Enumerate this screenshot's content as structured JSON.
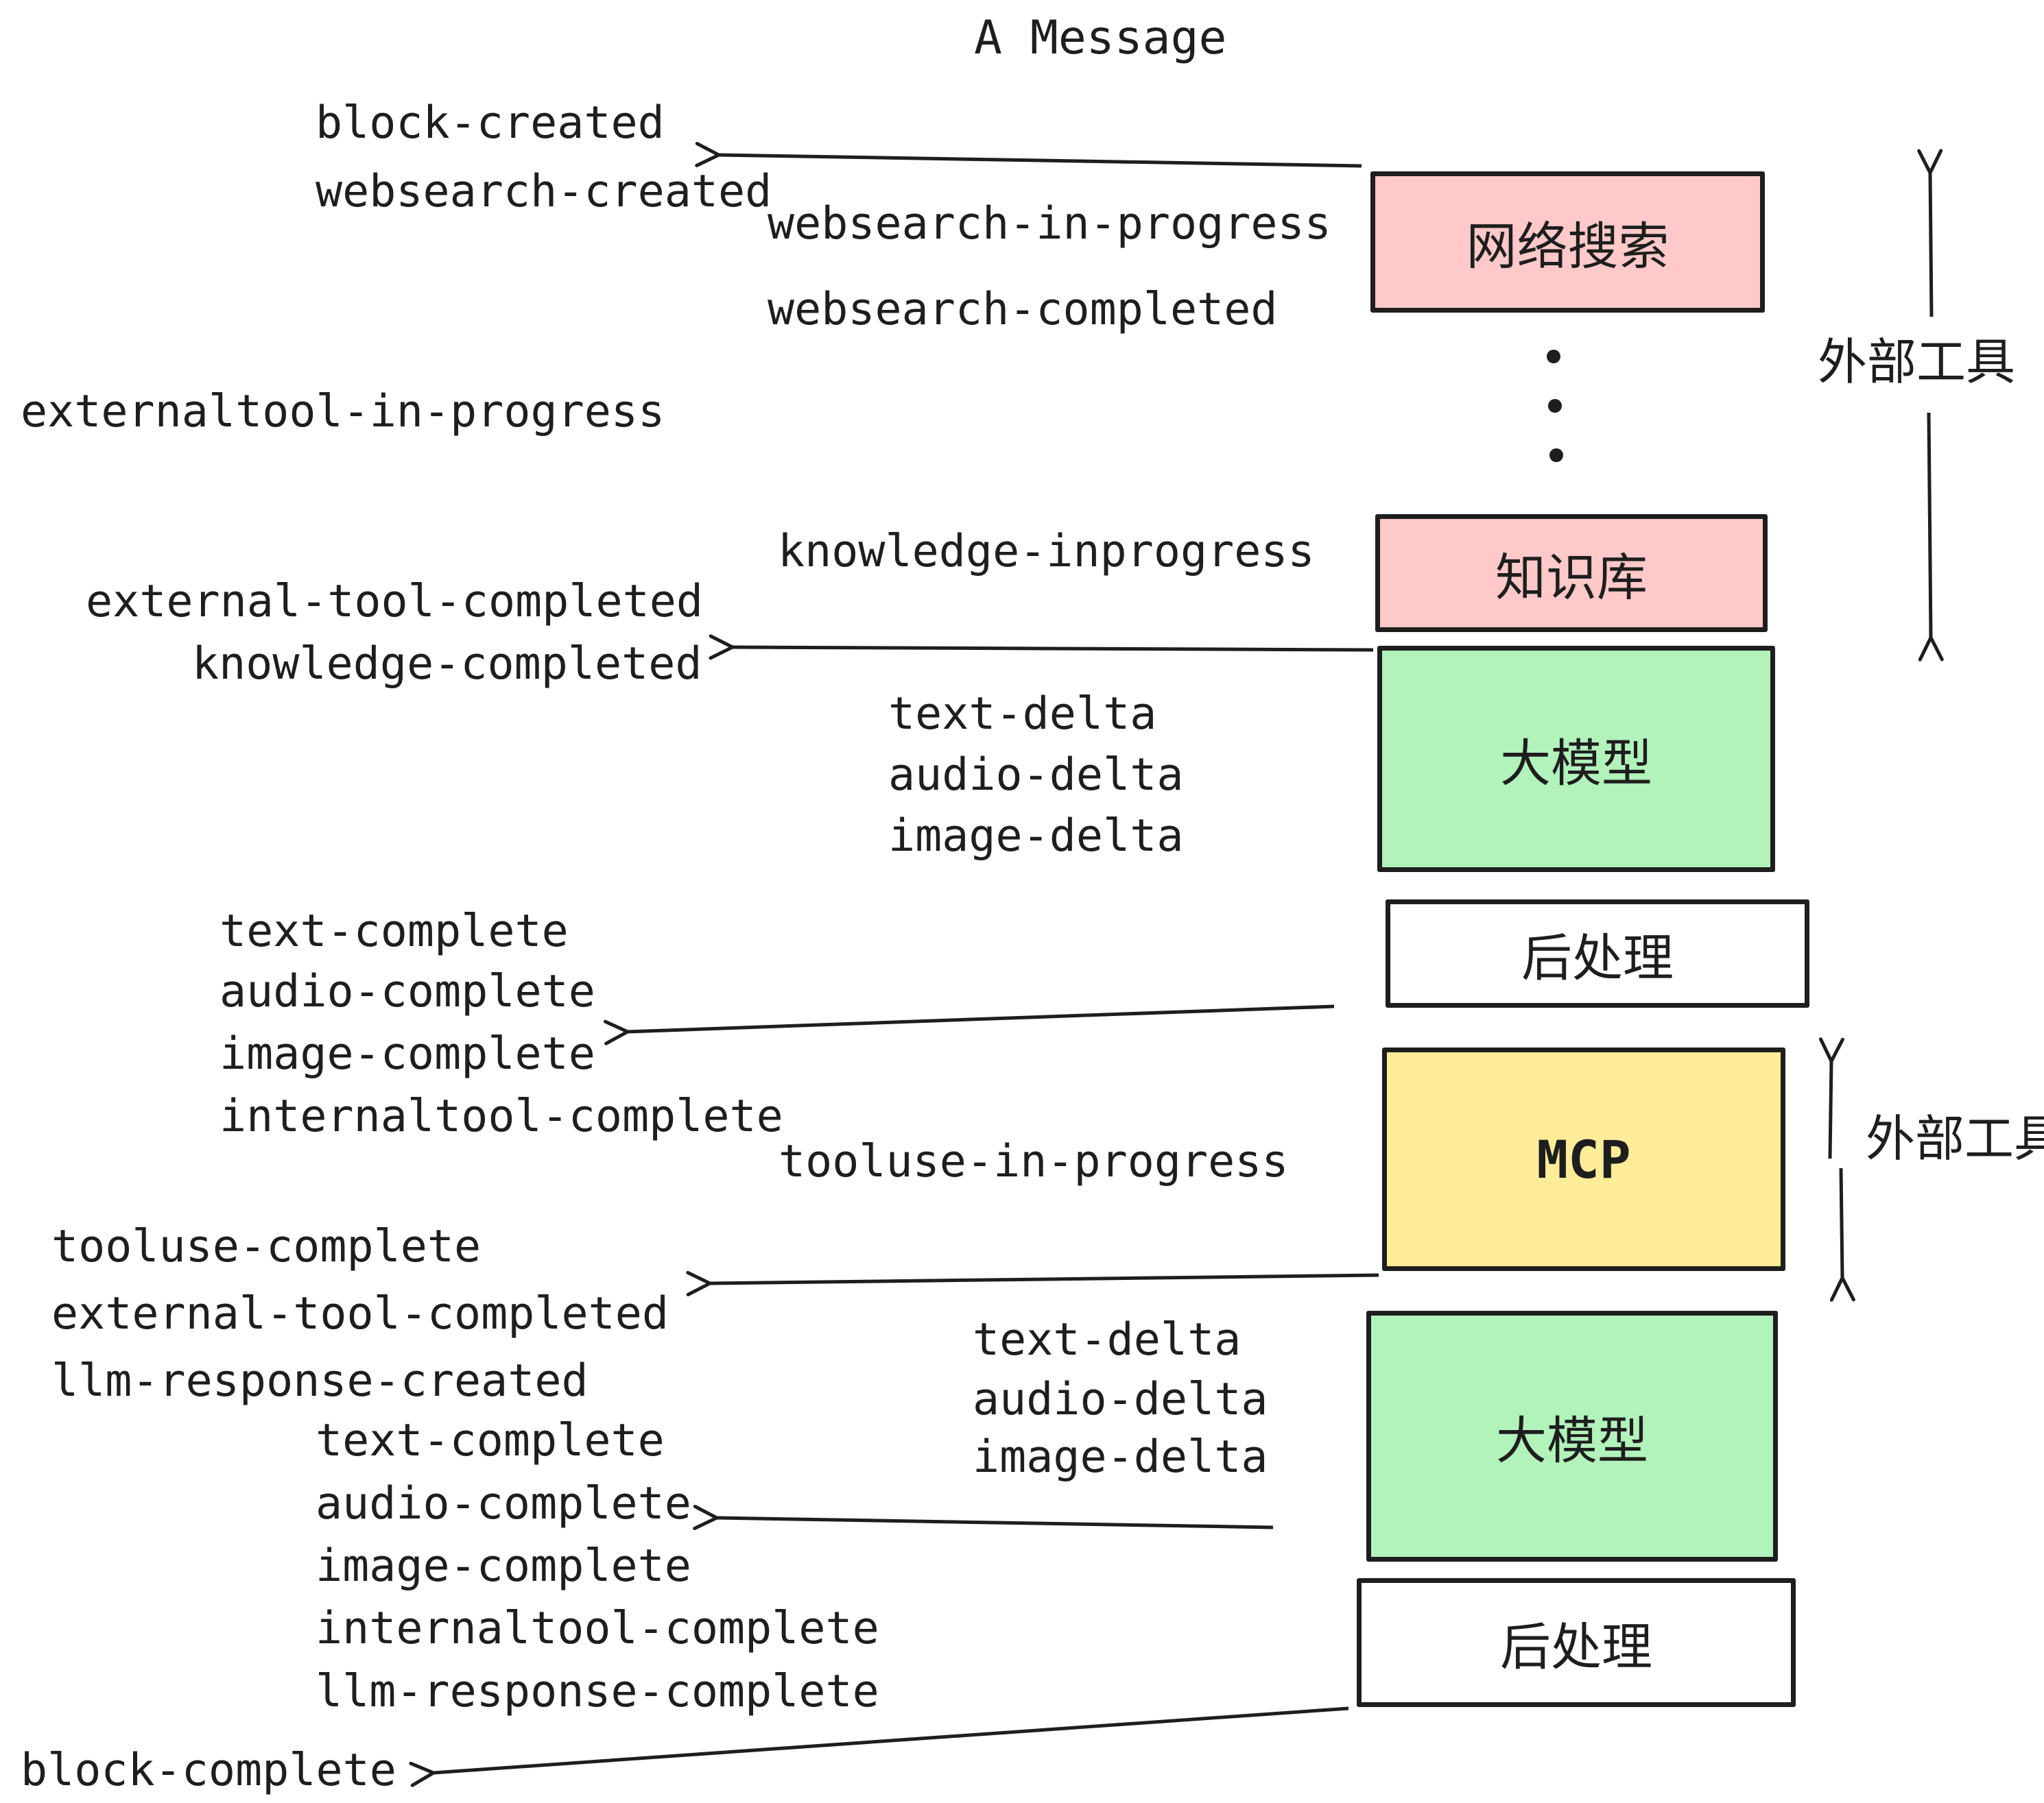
{
  "title": "A Message",
  "colors": {
    "ink": "#1e1e1e",
    "pink": "#FFC9C9",
    "green": "#B2F2BB",
    "yellow": "#FFEC99",
    "white": "#FFFFFF"
  },
  "boxes": [
    {
      "label": "网络搜索",
      "color": "#FFC9C9"
    },
    {
      "label": "知识库",
      "color": "#FFC9C9"
    },
    {
      "label": "大模型",
      "color": "#B2F2BB"
    },
    {
      "label": "后处理",
      "color": "#FFFFFF"
    },
    {
      "label": "MCP",
      "color": "#FFEC99"
    },
    {
      "label": "大模型",
      "color": "#B2F2BB"
    },
    {
      "label": "后处理",
      "color": "#FFFFFF"
    }
  ],
  "annotations": {
    "external_tools_top": "外部工具",
    "external_tools_mcp": "外部工具"
  },
  "events": {
    "block_created": "block-created",
    "websearch_created": "websearch-created",
    "websearch_in_progress": "websearch-in-progress",
    "websearch_completed": "websearch-completed",
    "externaltool_in_progress": "externaltool-in-progress",
    "knowledge_inprogress": "knowledge-inprogress",
    "external_tool_completed": "external-tool-completed",
    "knowledge_completed": "knowledge-completed",
    "deltas1": [
      "text-delta",
      "audio-delta",
      "image-delta"
    ],
    "completes1": [
      "text-complete",
      "audio-complete",
      "image-complete",
      "internaltool-complete"
    ],
    "tooluse_in_progress": "tooluse-in-progress",
    "tooluse_complete": "tooluse-complete",
    "external_tool_completed_2": "external-tool-completed",
    "llm_response_created": "llm-response-created",
    "completes2": [
      "text-complete",
      "audio-complete",
      "image-complete",
      "internaltool-complete",
      "llm-response-complete"
    ],
    "deltas2": [
      "text-delta",
      "audio-delta",
      "image-delta"
    ],
    "block_complete": "block-complete"
  }
}
